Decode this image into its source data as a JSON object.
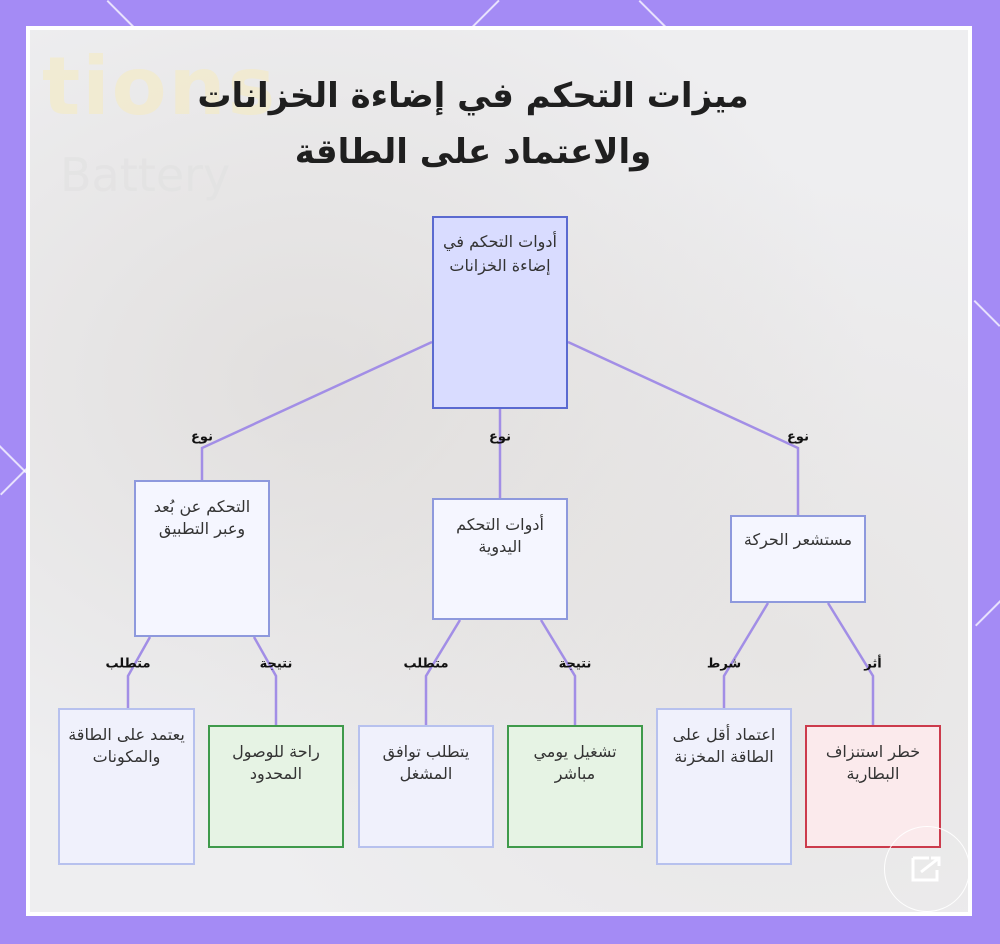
{
  "title_line1": "ميزات التحكم في إضاءة الخزانات",
  "title_line2": "والاعتماد على الطاقة",
  "background_text": {
    "line1": "tions",
    "line2": "Battery"
  },
  "colors": {
    "frame": "#a48bf5",
    "connector": "#a28ee6",
    "root_fill": "#d9dcff",
    "green_border": "#3f9a4b",
    "red_border": "#cc3b4c"
  },
  "nodes": {
    "root": "أدوات التحكم في إضاءة الخزانات",
    "remote": "التحكم عن بُعد وعبر التطبيق",
    "manual": "أدوات التحكم اليدوية",
    "motion": "مستشعر الحركة",
    "remote_req": "يعتمد على الطاقة والمكونات",
    "remote_res": "راحة للوصول المحدود",
    "manual_req": "يتطلب توافق المشغل",
    "manual_res": "تشغيل يومي مباشر",
    "motion_cond": "اعتماد أقل على الطاقة المخزنة",
    "motion_eff": "خطر استنزاف البطارية"
  },
  "edge_labels": {
    "type": "نوع",
    "requirement": "متطلب",
    "result": "نتيجة",
    "condition": "شرط",
    "effect": "أثر"
  },
  "logo_icon": "edit-box-icon"
}
